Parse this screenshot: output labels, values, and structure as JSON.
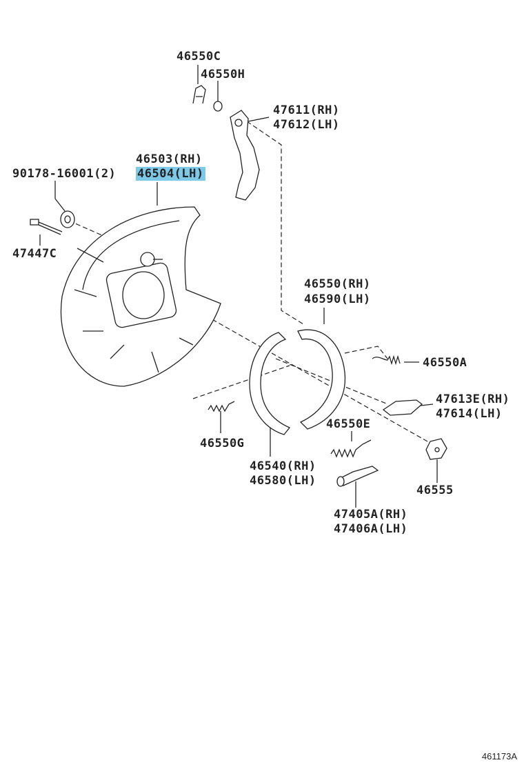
{
  "labels": {
    "p46550C": "46550C",
    "p46550H": "46550H",
    "p47611": "47611(RH)",
    "p47612": "47612(LH)",
    "p46503": "46503(RH)",
    "p46504": "46504(LH)",
    "p90178": "90178-16001(2)",
    "p47447C": "47447C",
    "p46550": "46550(RH)",
    "p46590": "46590(LH)",
    "p46550A": "46550A",
    "p47613E": "47613E(RH)",
    "p47614": "47614(LH)",
    "p46550E": "46550E",
    "p46550G": "46550G",
    "p46540": "46540(RH)",
    "p46580": "46580(LH)",
    "p46555": "46555",
    "p47405A": "47405A(RH)",
    "p47406A": "47406A(LH)"
  },
  "highlight_color": "#7ec8e8",
  "figure_number": "461173A"
}
